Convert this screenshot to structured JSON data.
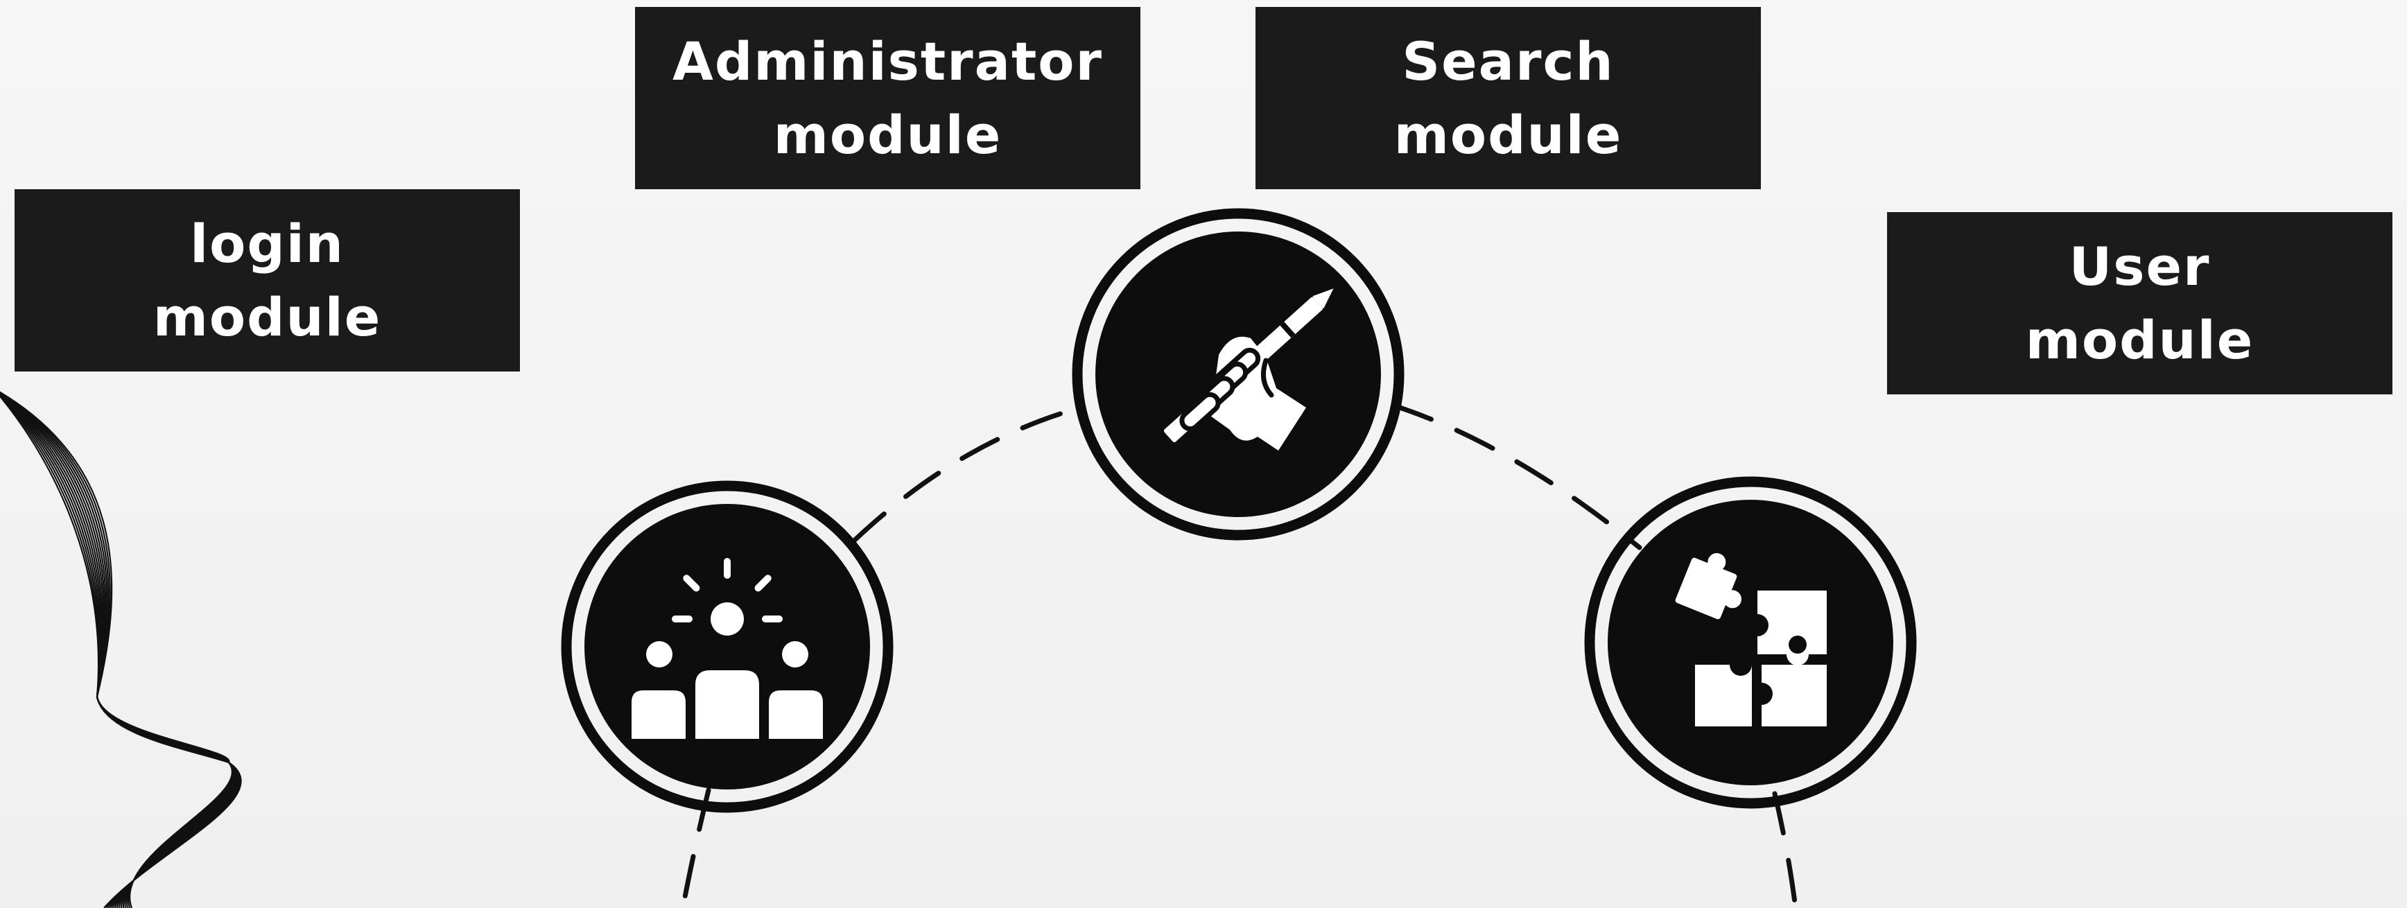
{
  "modules": {
    "login": {
      "label": "login\nmodule"
    },
    "administrator": {
      "label": "Administrator\nmodule"
    },
    "search": {
      "label": "Search\nmodule"
    },
    "user": {
      "label": "User\nmodule"
    }
  },
  "icons": {
    "audience": "audience-icon",
    "hand_pencil": "hand-holding-pencil-icon",
    "puzzle": "puzzle-pieces-icon",
    "wave": "wave-lines-decoration"
  },
  "colors": {
    "background": "#f3f3f3",
    "box": "#1b1b1b",
    "text": "#ffffff",
    "node": "#0d0d0d"
  }
}
